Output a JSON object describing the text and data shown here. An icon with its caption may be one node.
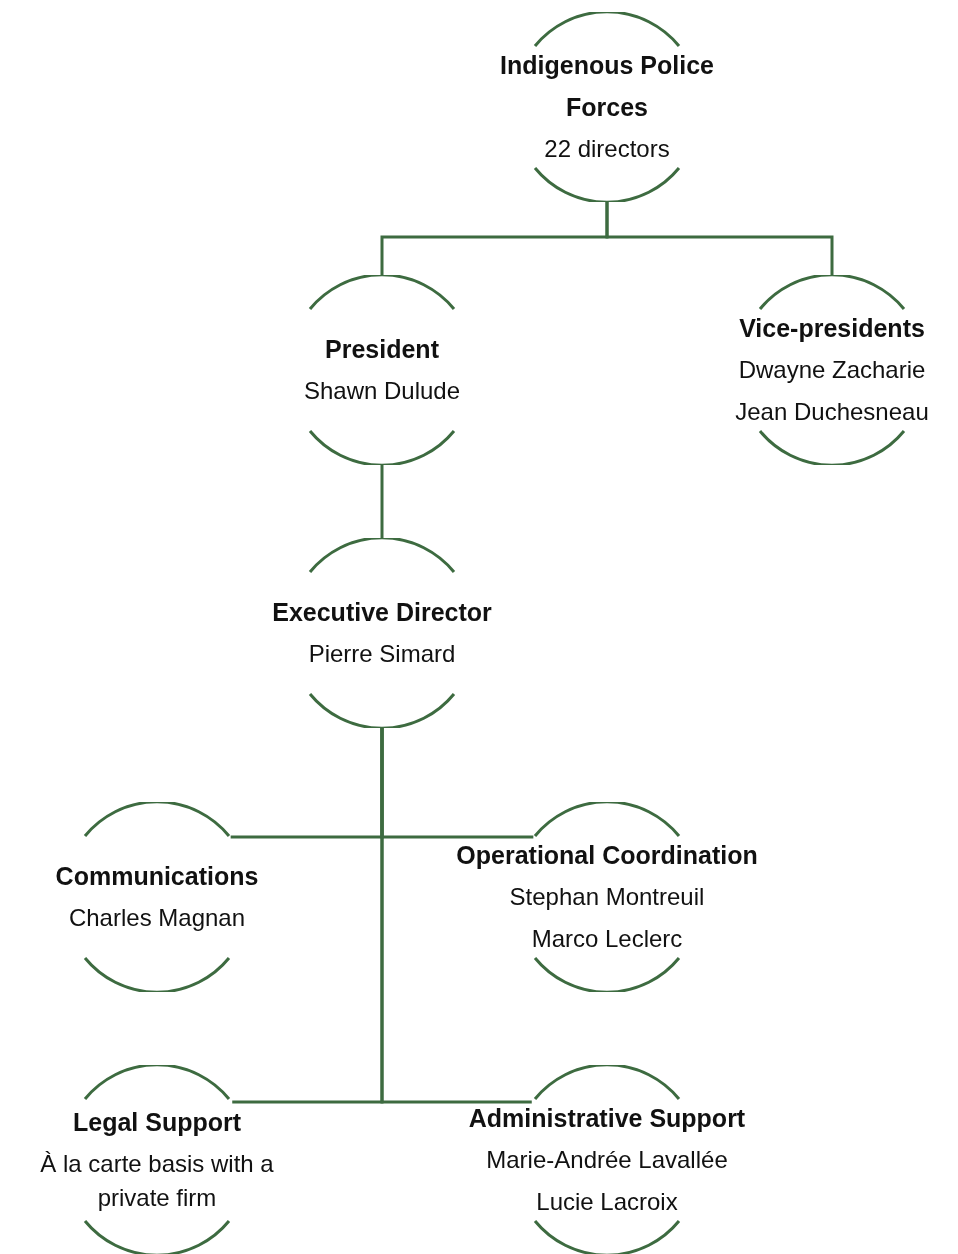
{
  "diagram": {
    "nodes": [
      {
        "text": [
          "Indigenous Police Forces",
          "22 directors"
        ]
      },
      {
        "text": [
          "President",
          "Shawn Dulude"
        ]
      },
      {
        "text": [
          "Vice-presidents",
          "Dwayne Zacharie",
          "Jean Duchesneau"
        ]
      },
      {
        "text": [
          "Executive Director",
          "Pierre Simard"
        ]
      },
      {
        "text": [
          "Communications",
          "Charles Magnan"
        ]
      },
      {
        "text": [
          "Operational Coordination",
          "Stephan Montreuil",
          "Marco Leclerc"
        ]
      },
      {
        "text": [
          "Legal Support",
          "À la carte basis with a private firm"
        ]
      },
      {
        "text": [
          "Administrative Support",
          "Marie-Andrée Lavallée",
          "Lucie Lacroix"
        ]
      }
    ],
    "edges": [
      {
        "from": 0,
        "to": 1,
        "arrow": "none"
      },
      {
        "from": 0,
        "to": 2,
        "arrow": "none"
      },
      {
        "from": 1,
        "to": 3,
        "arrow": "none"
      },
      {
        "from": 3,
        "to": 4,
        "arrow": "none"
      },
      {
        "from": 3,
        "to": 5,
        "arrow": "none"
      },
      {
        "from": 3,
        "to": 6,
        "arrow": "none"
      },
      {
        "from": 3,
        "to": 7,
        "arrow": "none"
      }
    ]
  }
}
